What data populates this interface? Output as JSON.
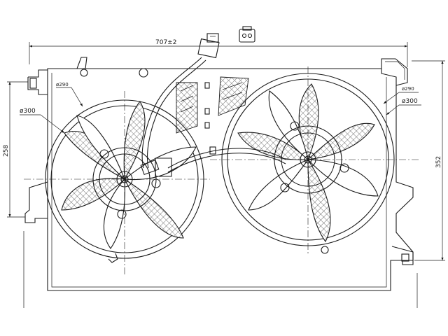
{
  "diagram": {
    "dimensions": {
      "overall_width": "707±2",
      "left_height": "258",
      "right_height": "352",
      "left_inner_diameter": "ø290",
      "left_outer_diameter": "ø300",
      "right_inner_diameter": "ø290",
      "right_outer_diameter": "ø300"
    }
  }
}
